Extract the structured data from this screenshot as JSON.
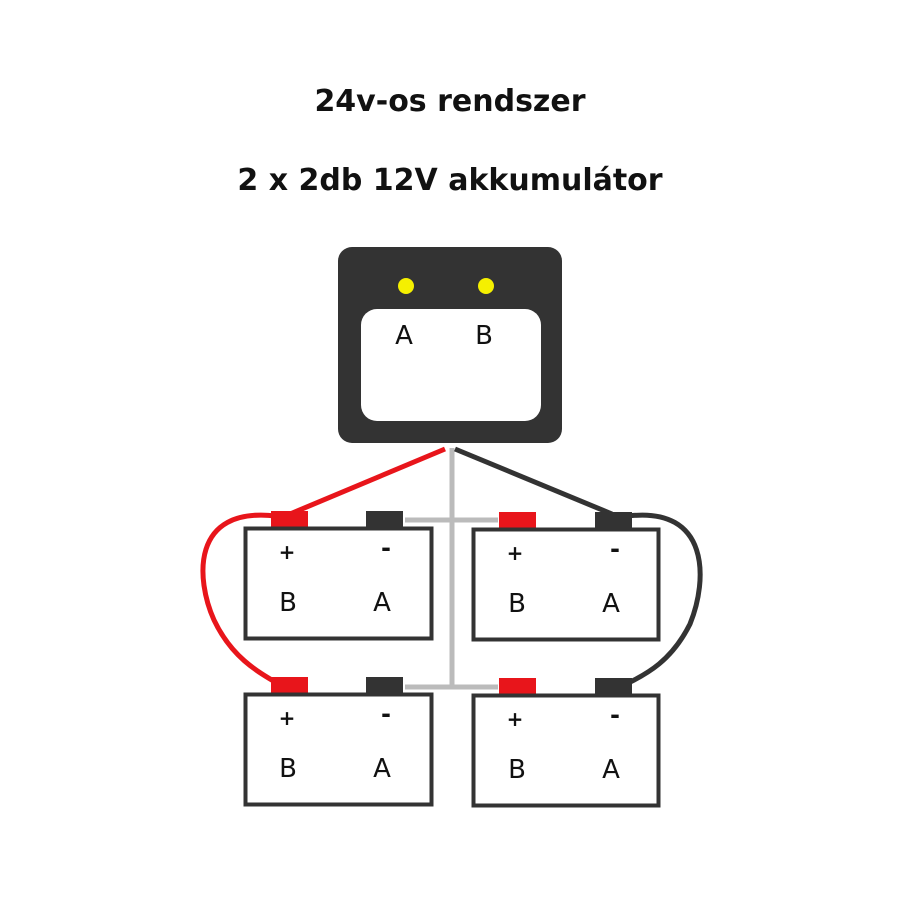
{
  "title": "24v-os rendszer",
  "subtitle": "2 x 2db 12V akkumulátor",
  "colors": {
    "positive_wire": "#e8151b",
    "negative_wire": "#333333",
    "bridge_wire": "#bbbbbb",
    "indicator_led": "#f5f000",
    "balancer_body": "#333333"
  },
  "balancer": {
    "label_a": "A",
    "label_b": "B"
  },
  "batteries": [
    {
      "plus": "+",
      "minus": "-",
      "label_left": "B",
      "label_right": "A"
    },
    {
      "plus": "+",
      "minus": "-",
      "label_left": "B",
      "label_right": "A"
    },
    {
      "plus": "+",
      "minus": "-",
      "label_left": "B",
      "label_right": "A"
    },
    {
      "plus": "+",
      "minus": "-",
      "label_left": "B",
      "label_right": "A"
    }
  ]
}
